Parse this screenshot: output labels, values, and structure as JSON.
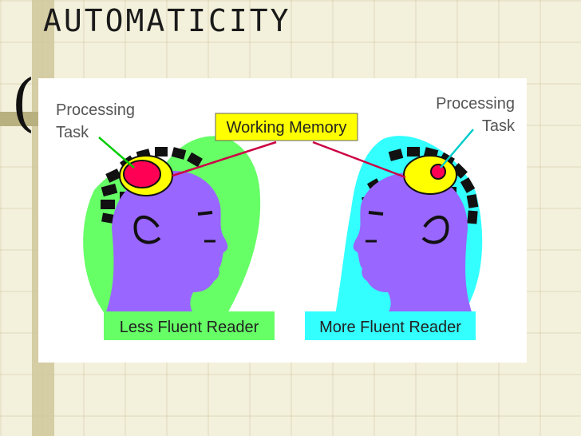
{
  "slide": {
    "title": "AUTOMATICITY",
    "bracket_glyph": "("
  },
  "diagram": {
    "working_memory": "Working Memory",
    "left": {
      "task_line1": "Processing",
      "task_line2": "Task",
      "caption": "Less Fluent Reader"
    },
    "right": {
      "task_line1": "Processing",
      "task_line2": "Task",
      "caption": "More Fluent Reader"
    }
  },
  "colors": {
    "head": "#9966ff",
    "left_aura": "#66ff66",
    "right_aura": "#33ffff",
    "working_memory_box": "#ffff00",
    "memory_ellipse": "#ffff00",
    "task_dot": "#ff0055",
    "pointer_left": "#00cc00",
    "pointer_right": "#00cccc",
    "pointer_memory": "#cc0044",
    "left_caption_bg": "#66ff66",
    "right_caption_bg": "#33ffff"
  }
}
